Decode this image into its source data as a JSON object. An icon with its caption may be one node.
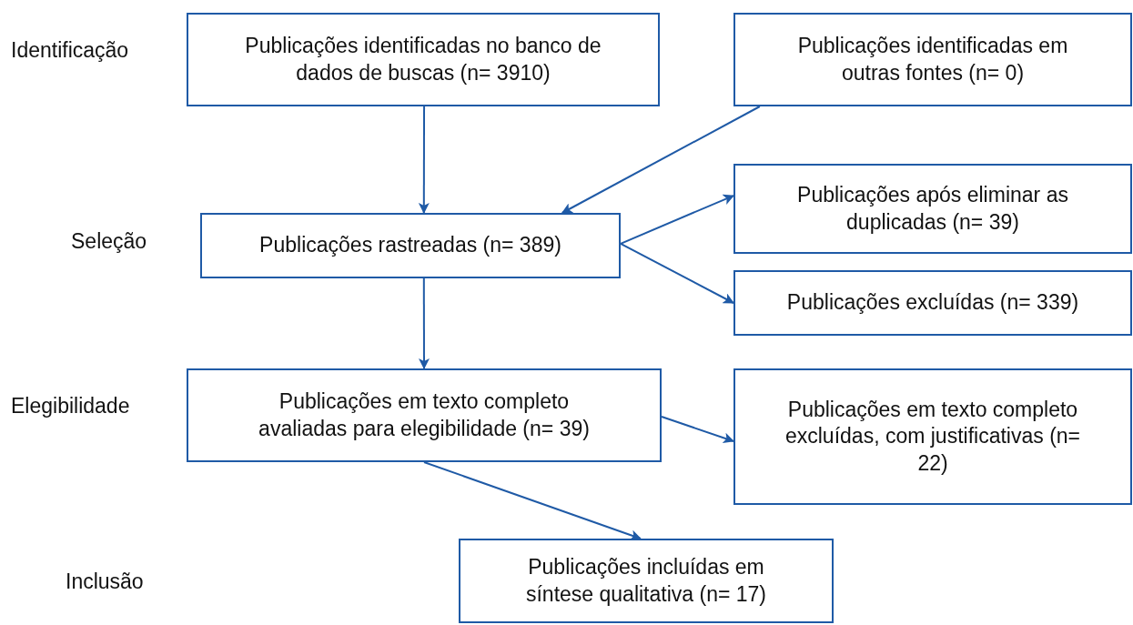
{
  "diagram": {
    "nodes": [
      {
        "text": [
          "Publicações identificadas no banco de dados de buscas (n= 3910)"
        ]
      },
      {
        "text": [
          "Publicações identificadas em outras fontes (n= 0)"
        ]
      },
      {
        "text": [
          "Publicações rastreadas (n= 389)"
        ]
      },
      {
        "text": [
          "Publicações após eliminar as duplicadas (n= 39)"
        ]
      },
      {
        "text": [
          "Publicações excluídas (n= 339)"
        ]
      },
      {
        "text": [
          "Publicações em texto completo avaliadas para elegibilidade (n= 39)"
        ]
      },
      {
        "text": [
          "Publicações em texto completo excluídas, com justificativas (n= 22)"
        ]
      },
      {
        "text": [
          "Publicações incluídas em síntese qualitativa (n= 17)"
        ]
      }
    ],
    "edges": [
      {
        "from": 0,
        "to": 2,
        "arrow": "to"
      },
      {
        "from": 1,
        "to": 2,
        "arrow": "to"
      },
      {
        "from": 2,
        "to": 3,
        "arrow": "to"
      },
      {
        "from": 2,
        "to": 4,
        "arrow": "to"
      },
      {
        "from": 2,
        "to": 5,
        "arrow": "to"
      },
      {
        "from": 5,
        "to": 6,
        "arrow": "to"
      },
      {
        "from": 5,
        "to": 7,
        "arrow": "to"
      }
    ],
    "labels": [
      "Identificação",
      "Seleção",
      "Elegibilidade",
      "Inclusão"
    ]
  }
}
